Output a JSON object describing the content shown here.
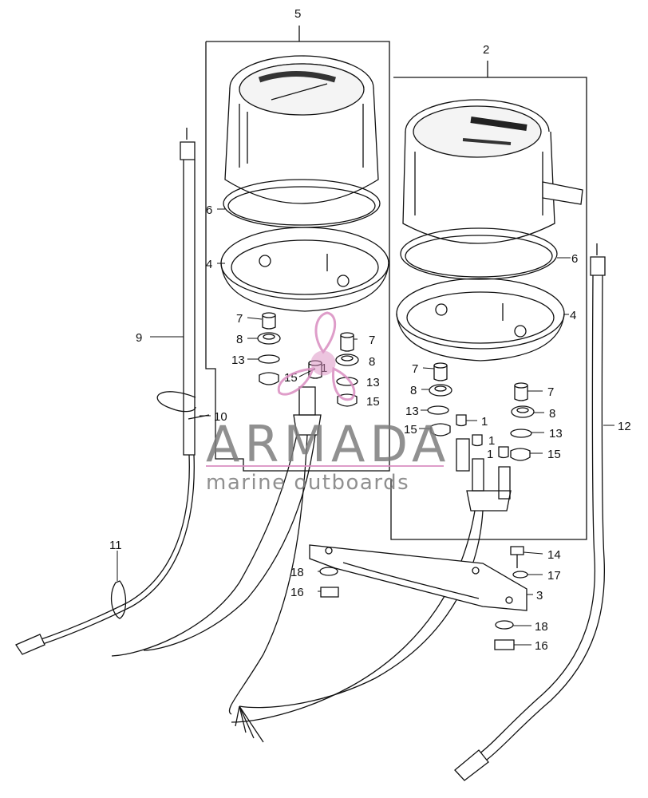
{
  "diagram": {
    "callouts": {
      "n1": "1",
      "n2": "2",
      "n3": "3",
      "n4": "4",
      "n5": "5",
      "n6": "6",
      "n7": "7",
      "n8": "8",
      "n9": "9",
      "n10": "10",
      "n11": "11",
      "n12": "12",
      "n13": "13",
      "n14": "14",
      "n15": "15",
      "n16": "16",
      "n17": "17",
      "n18": "18"
    }
  },
  "watermark": {
    "brand": "ARMADA",
    "tagline": "marine outboards",
    "colors": {
      "brand": "#7d7d7d",
      "accent": "#d98cc0"
    }
  },
  "colors": {
    "line": "#111111",
    "background": "#ffffff"
  }
}
